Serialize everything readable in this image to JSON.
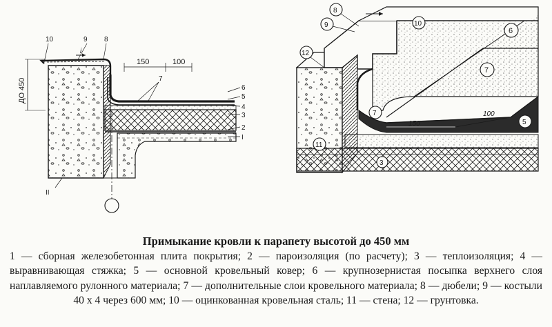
{
  "caption": {
    "title": "Примыкание кровли к парапету высотой до 450 мм",
    "legend": "1 — сборная железобетонная плита покрытия; 2 — пароизоляция (по расчету); 3 — теплоизоляция; 4 — выравнивающая стяжка; 5 — основной кровельный ковер; 6 — крупнозернистая посыпка верхнего слоя наплавляемого рулонного материала; 7 — дополнительные слои кровельного материала; 8 — дюбели; 9 — костыли 40 х 4 через 600 мм; 10 — оцинкованная кровельная сталь; 11 — стена; 12 — грунтовка."
  },
  "left_drawing": {
    "height_label": "ДО 450",
    "dim_1": "150",
    "dim_2": "100",
    "labels": [
      "10",
      "9",
      "8",
      "7",
      "6",
      "5",
      "4",
      "3",
      "2",
      "I",
      "II"
    ]
  },
  "right_drawing": {
    "dim_1": "150",
    "dim_2": "100",
    "labels": [
      "8",
      "9",
      "10",
      "6",
      "12",
      "7",
      "7",
      "5",
      "11",
      "3"
    ]
  },
  "colors": {
    "ink": "#1a1a1a",
    "paper": "#fbfbf8",
    "membrane": "#2b2b2b"
  }
}
